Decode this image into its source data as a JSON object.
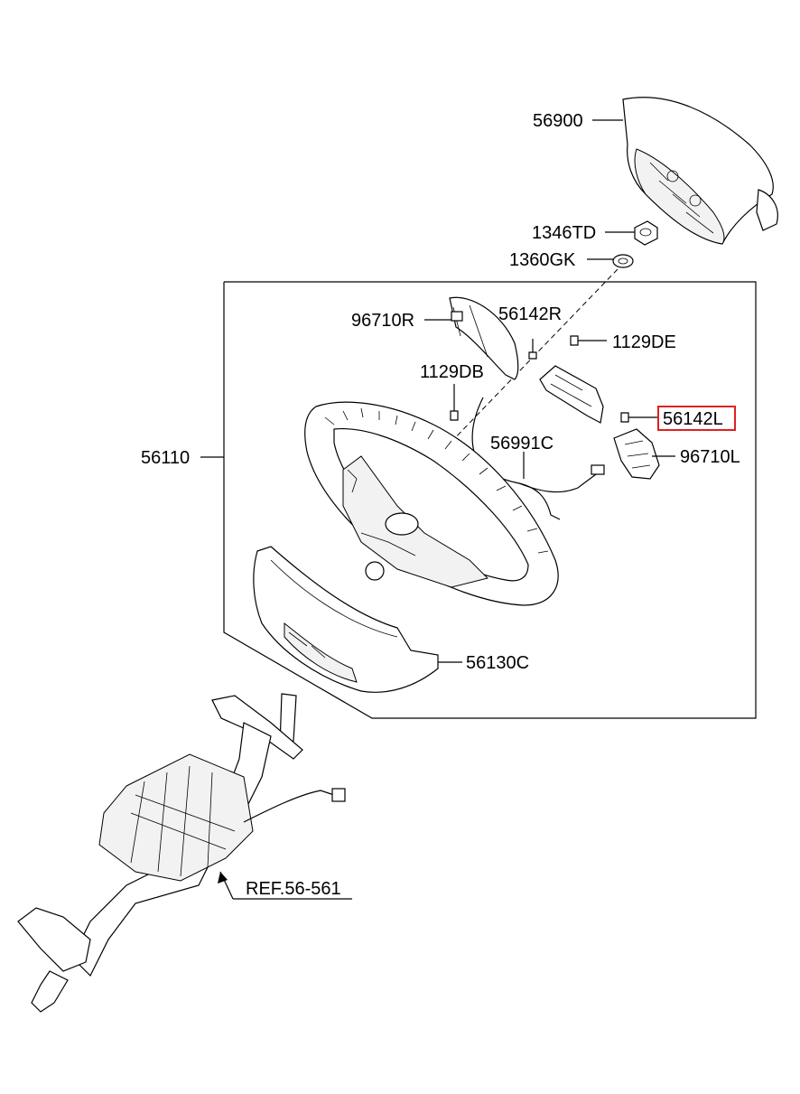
{
  "labels": {
    "p56900": "56900",
    "p1346TD": "1346TD",
    "p1360GK": "1360GK",
    "p96710R": "96710R",
    "p56142R": "56142R",
    "p1129DE": "1129DE",
    "p1129DB": "1129DB",
    "p56142L": "56142L",
    "p56991C": "56991C",
    "p96710L": "96710L",
    "p56110": "56110",
    "p56130C": "56130C",
    "ref": "REF.56-561"
  },
  "highlight_color": "#e02020"
}
